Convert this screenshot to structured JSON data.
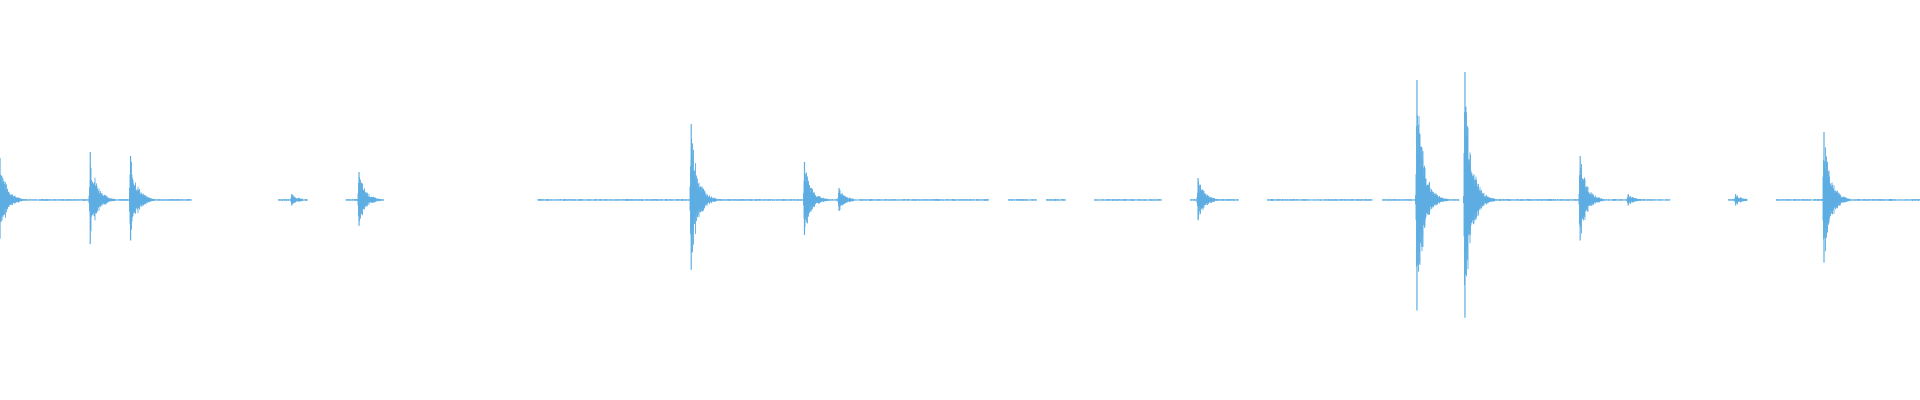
{
  "waveform": {
    "color": "#5dade2",
    "baseline_amplitude": 0.005,
    "transients": [
      {
        "t": 0.0,
        "amplitude": 0.21
      },
      {
        "t": 0.047,
        "amplitude": 0.24
      },
      {
        "t": 0.068,
        "amplitude": 0.22
      },
      {
        "t": 0.152,
        "amplitude": 0.03
      },
      {
        "t": 0.187,
        "amplitude": 0.14
      },
      {
        "t": 0.36,
        "amplitude": 0.38
      },
      {
        "t": 0.419,
        "amplitude": 0.19
      },
      {
        "t": 0.437,
        "amplitude": 0.06
      },
      {
        "t": 0.624,
        "amplitude": 0.11
      },
      {
        "t": 0.738,
        "amplitude": 0.6
      },
      {
        "t": 0.741,
        "amplitude": 0.2
      },
      {
        "t": 0.763,
        "amplitude": 0.64
      },
      {
        "t": 0.823,
        "amplitude": 0.22
      },
      {
        "t": 0.848,
        "amplitude": 0.03
      },
      {
        "t": 0.904,
        "amplitude": 0.03
      },
      {
        "t": 0.95,
        "amplitude": 0.34
      }
    ],
    "gaps": [
      [
        0.1,
        0.145
      ],
      [
        0.16,
        0.18
      ],
      [
        0.2,
        0.28
      ],
      [
        0.515,
        0.525
      ],
      [
        0.54,
        0.545
      ],
      [
        0.555,
        0.57
      ],
      [
        0.605,
        0.62
      ],
      [
        0.645,
        0.66
      ],
      [
        0.715,
        0.72
      ],
      [
        0.76,
        0.77
      ],
      [
        0.87,
        0.9
      ],
      [
        0.91,
        0.925
      ]
    ]
  }
}
